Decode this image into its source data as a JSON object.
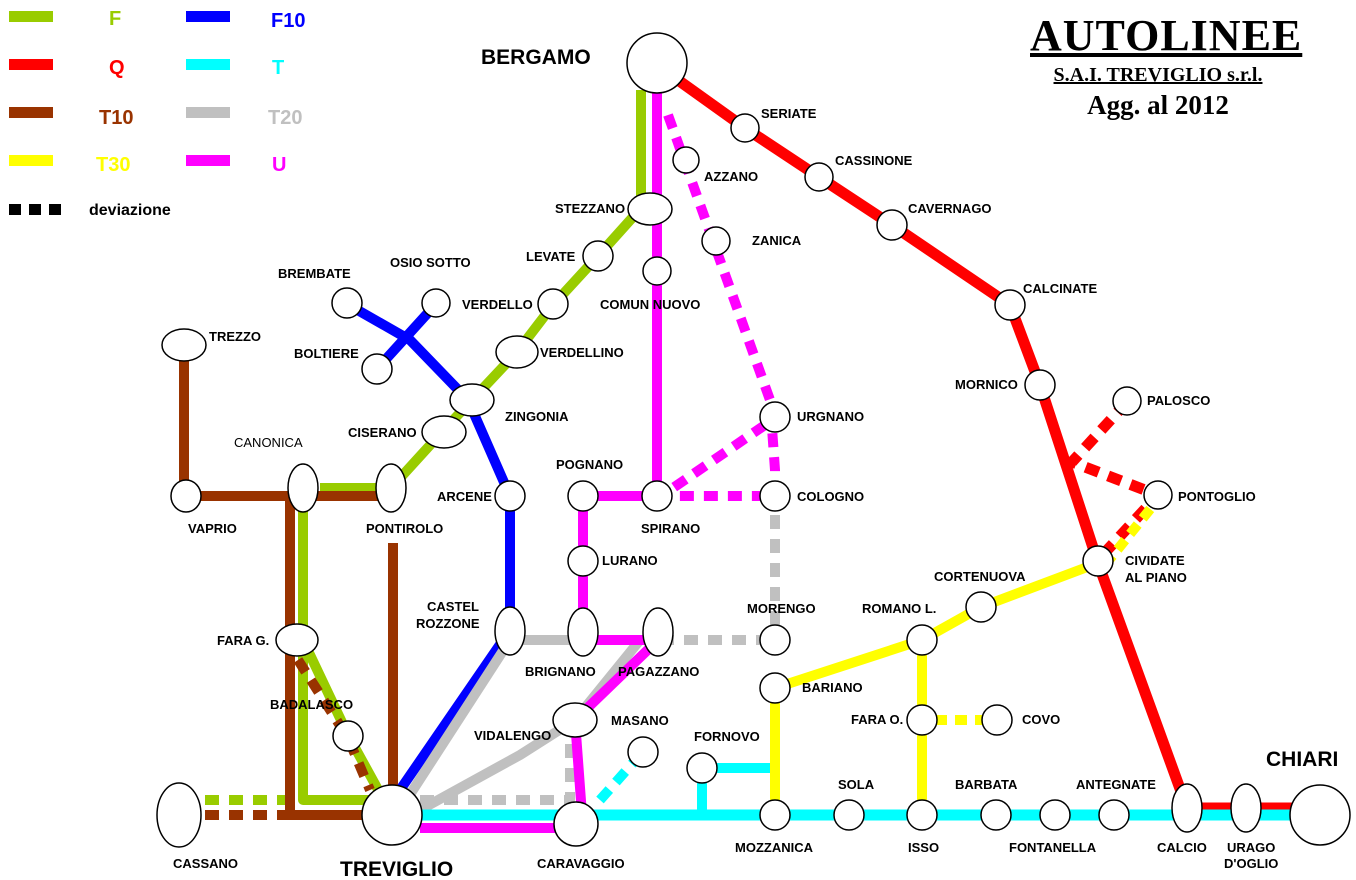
{
  "title": {
    "main": "AUTOLINEE",
    "company": "S.A.I. TREVIGLIO s.r.l.",
    "updated": "Agg. al 2012"
  },
  "legend": [
    {
      "code": "F",
      "color": "#99cc00"
    },
    {
      "code": "Q",
      "color": "#ff0000"
    },
    {
      "code": "T10",
      "color": "#993300"
    },
    {
      "code": "T30",
      "color": "#ffff00"
    },
    {
      "code": "F10",
      "color": "#0000ff"
    },
    {
      "code": "T",
      "color": "#00ffff"
    },
    {
      "code": "T20",
      "color": "#c0c0c0"
    },
    {
      "code": "U",
      "color": "#ff00ff"
    }
  ],
  "legend_deviation": "deviazione",
  "stops": {
    "bergamo": "BERGAMO",
    "seriate": "SERIATE",
    "azzano": "AZZANO",
    "cassinone": "CASSINONE",
    "stezzano": "STEZZANO",
    "zanica": "ZANICA",
    "cavernago": "CAVERNAGO",
    "levate": "LEVATE",
    "brembate": "BREMBATE",
    "osio_sotto": "OSIO SOTTO",
    "verdello": "VERDELLO",
    "comun_nuovo": "COMUN NUOVO",
    "calcinate": "CALCINATE",
    "trezzo": "TREZZO",
    "boltiere": "BOLTIERE",
    "verdellino": "VERDELLINO",
    "mornico": "MORNICO",
    "palosco": "PALOSCO",
    "zingonia": "ZINGONIA",
    "urgnano": "URGNANO",
    "canonica": "CANONICA",
    "ciserano": "CISERANO",
    "pognano": "POGNANO",
    "arcene": "ARCENE",
    "cologno": "COLOGNO",
    "pontoglio": "PONTOGLIO",
    "vaprio": "VAPRIO",
    "pontirolo": "PONTIROLO",
    "spirano": "SPIRANO",
    "lurano": "LURANO",
    "cividate_1": "CIVIDATE",
    "cividate_2": "AL PIANO",
    "cortenuova": "CORTENUOVA",
    "castel_1": "CASTEL",
    "castel_2": "ROZZONE",
    "morengo": "MORENGO",
    "romano": "ROMANO L.",
    "fara_g": "FARA G.",
    "brignano": "BRIGNANO",
    "pagazzano": "PAGAZZANO",
    "bariano": "BARIANO",
    "badalasco": "BADALASCO",
    "masano": "MASANO",
    "fara_o": "FARA O.",
    "covo": "COVO",
    "vidalengo": "VIDALENGO",
    "fornovo": "FORNOVO",
    "chiari": "CHIARI",
    "sola": "SOLA",
    "barbata": "BARBATA",
    "antegnate": "ANTEGNATE",
    "cassano": "CASSANO",
    "treviglio": "TREVIGLIO",
    "caravaggio": "CARAVAGGIO",
    "mozzanica": "MOZZANICA",
    "isso": "ISSO",
    "fontanella": "FONTANELLA",
    "calcio": "CALCIO",
    "urago_1": "URAGO",
    "urago_2": "D'OGLIO"
  }
}
